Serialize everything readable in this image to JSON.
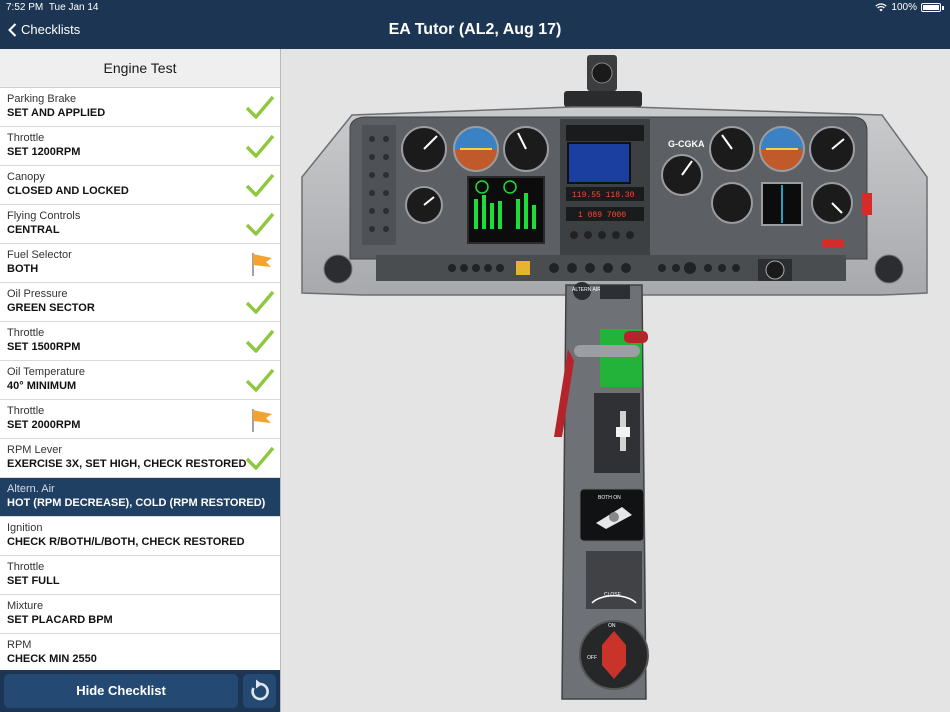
{
  "status_bar": {
    "time": "7:52 PM",
    "date": "Tue Jan 14",
    "battery": "100%"
  },
  "nav": {
    "back_label": "Checklists",
    "title": "EA Tutor (AL2, Aug 17)"
  },
  "checklist": {
    "title": "Engine Test",
    "items": [
      {
        "label": "Parking Brake",
        "action": "SET AND APPLIED",
        "status": "check"
      },
      {
        "label": "Throttle",
        "action": "SET 1200RPM",
        "status": "check"
      },
      {
        "label": "Canopy",
        "action": "CLOSED AND LOCKED",
        "status": "check"
      },
      {
        "label": "Flying Controls",
        "action": "CENTRAL",
        "status": "check"
      },
      {
        "label": "Fuel Selector",
        "action": "BOTH",
        "status": "flag"
      },
      {
        "label": "Oil Pressure",
        "action": "GREEN SECTOR",
        "status": "check"
      },
      {
        "label": "Throttle",
        "action": "SET 1500RPM",
        "status": "check"
      },
      {
        "label": "Oil Temperature",
        "action": "40° MINIMUM",
        "status": "check"
      },
      {
        "label": "Throttle",
        "action": "SET 2000RPM",
        "status": "flag"
      },
      {
        "label": "RPM Lever",
        "action": "EXERCISE 3X, SET HIGH, CHECK RESTORED",
        "status": "check"
      },
      {
        "label": "Altern. Air",
        "action": "HOT (RPM DECREASE), COLD (RPM RESTORED)",
        "status": "active"
      },
      {
        "label": "Ignition",
        "action": "CHECK R/BOTH/L/BOTH, CHECK RESTORED",
        "status": "none"
      },
      {
        "label": "Throttle",
        "action": "SET FULL",
        "status": "none"
      },
      {
        "label": "Mixture",
        "action": "SET PLACARD BPM",
        "status": "none"
      },
      {
        "label": "RPM",
        "action": "CHECK MIN 2550",
        "status": "none"
      }
    ],
    "hide_label": "Hide Checklist"
  },
  "cockpit": {
    "registration": "G-CGKA",
    "console_labels": {
      "alternate_air": "ALTERN AIR",
      "fuel": "BOTH ON",
      "close": "CLOSE",
      "on": "ON",
      "off": "OFF"
    }
  },
  "colors": {
    "nav_bg": "#1c3553",
    "active_row": "#1f3f63",
    "check": "#8fc73e",
    "flag": "#f2a330"
  }
}
